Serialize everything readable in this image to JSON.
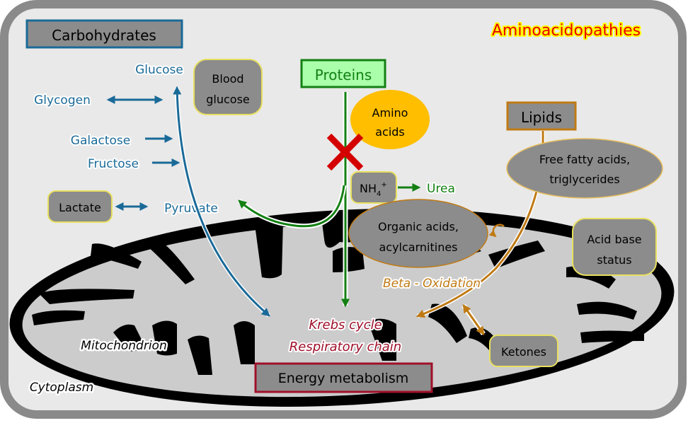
{
  "title": "Aminoacidopathies",
  "colors": {
    "carb": "#1a6a98",
    "protein": "#138013",
    "lipid": "#c07a14",
    "energy": "#a0102a",
    "block": "#d40000",
    "title": "#e80000",
    "title_glow": "#ffff00",
    "node_fill": "#8c8c8c",
    "node_border": "#e8e060",
    "amino_fill": "#ffbe00",
    "protein_fill": "#aaffaa"
  },
  "headers": {
    "carbohydrates": "Carbohydrates",
    "proteins": "Proteins",
    "lipids": "Lipids"
  },
  "carbohydrates": {
    "glucose": "Glucose",
    "glycogen": "Glycogen",
    "galactose": "Galactose",
    "fructose": "Fructose",
    "pyruvate": "Pyruvate",
    "lactate": "Lactate",
    "blood_glucose": [
      "Blood",
      "glucose"
    ]
  },
  "proteins": {
    "amino_acids": [
      "Amino",
      "acids"
    ],
    "nh4": "NH",
    "nh4_sub": "4",
    "nh4_sup": "+",
    "urea": "Urea",
    "organic_acids": [
      "Organic acids,",
      "acylcarnitines"
    ]
  },
  "lipids": {
    "ffa": [
      "Free fatty acids,",
      "triglycerides"
    ],
    "beta_oxidation": "Beta - Oxidation",
    "ketones": "Ketones",
    "acid_base": [
      "Acid base",
      "status"
    ]
  },
  "mitochondrion": {
    "krebs": "Krebs cycle",
    "respiratory": "Respiratory chain",
    "energy": "Energy metabolism",
    "label": "Mitochondrion"
  },
  "cytoplasm": "Cytoplasm"
}
